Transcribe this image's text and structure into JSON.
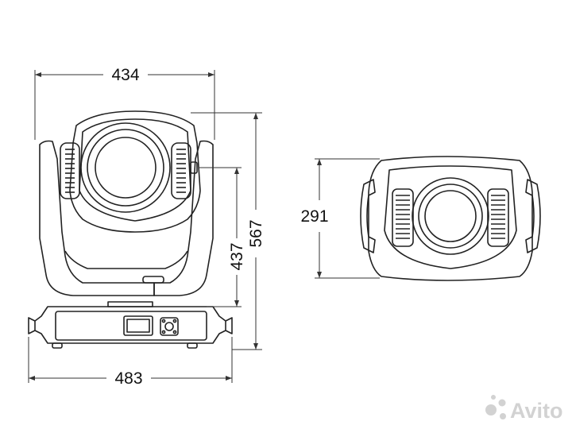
{
  "dimensions": {
    "head_width": "434",
    "total_height": "567",
    "head_height": "437",
    "base_width": "483",
    "top_view_depth": "291"
  },
  "watermark": {
    "text": "Avito"
  },
  "colors": {
    "line": "#222222",
    "dimension_line": "#333333",
    "watermark": "#d2d2d2"
  }
}
